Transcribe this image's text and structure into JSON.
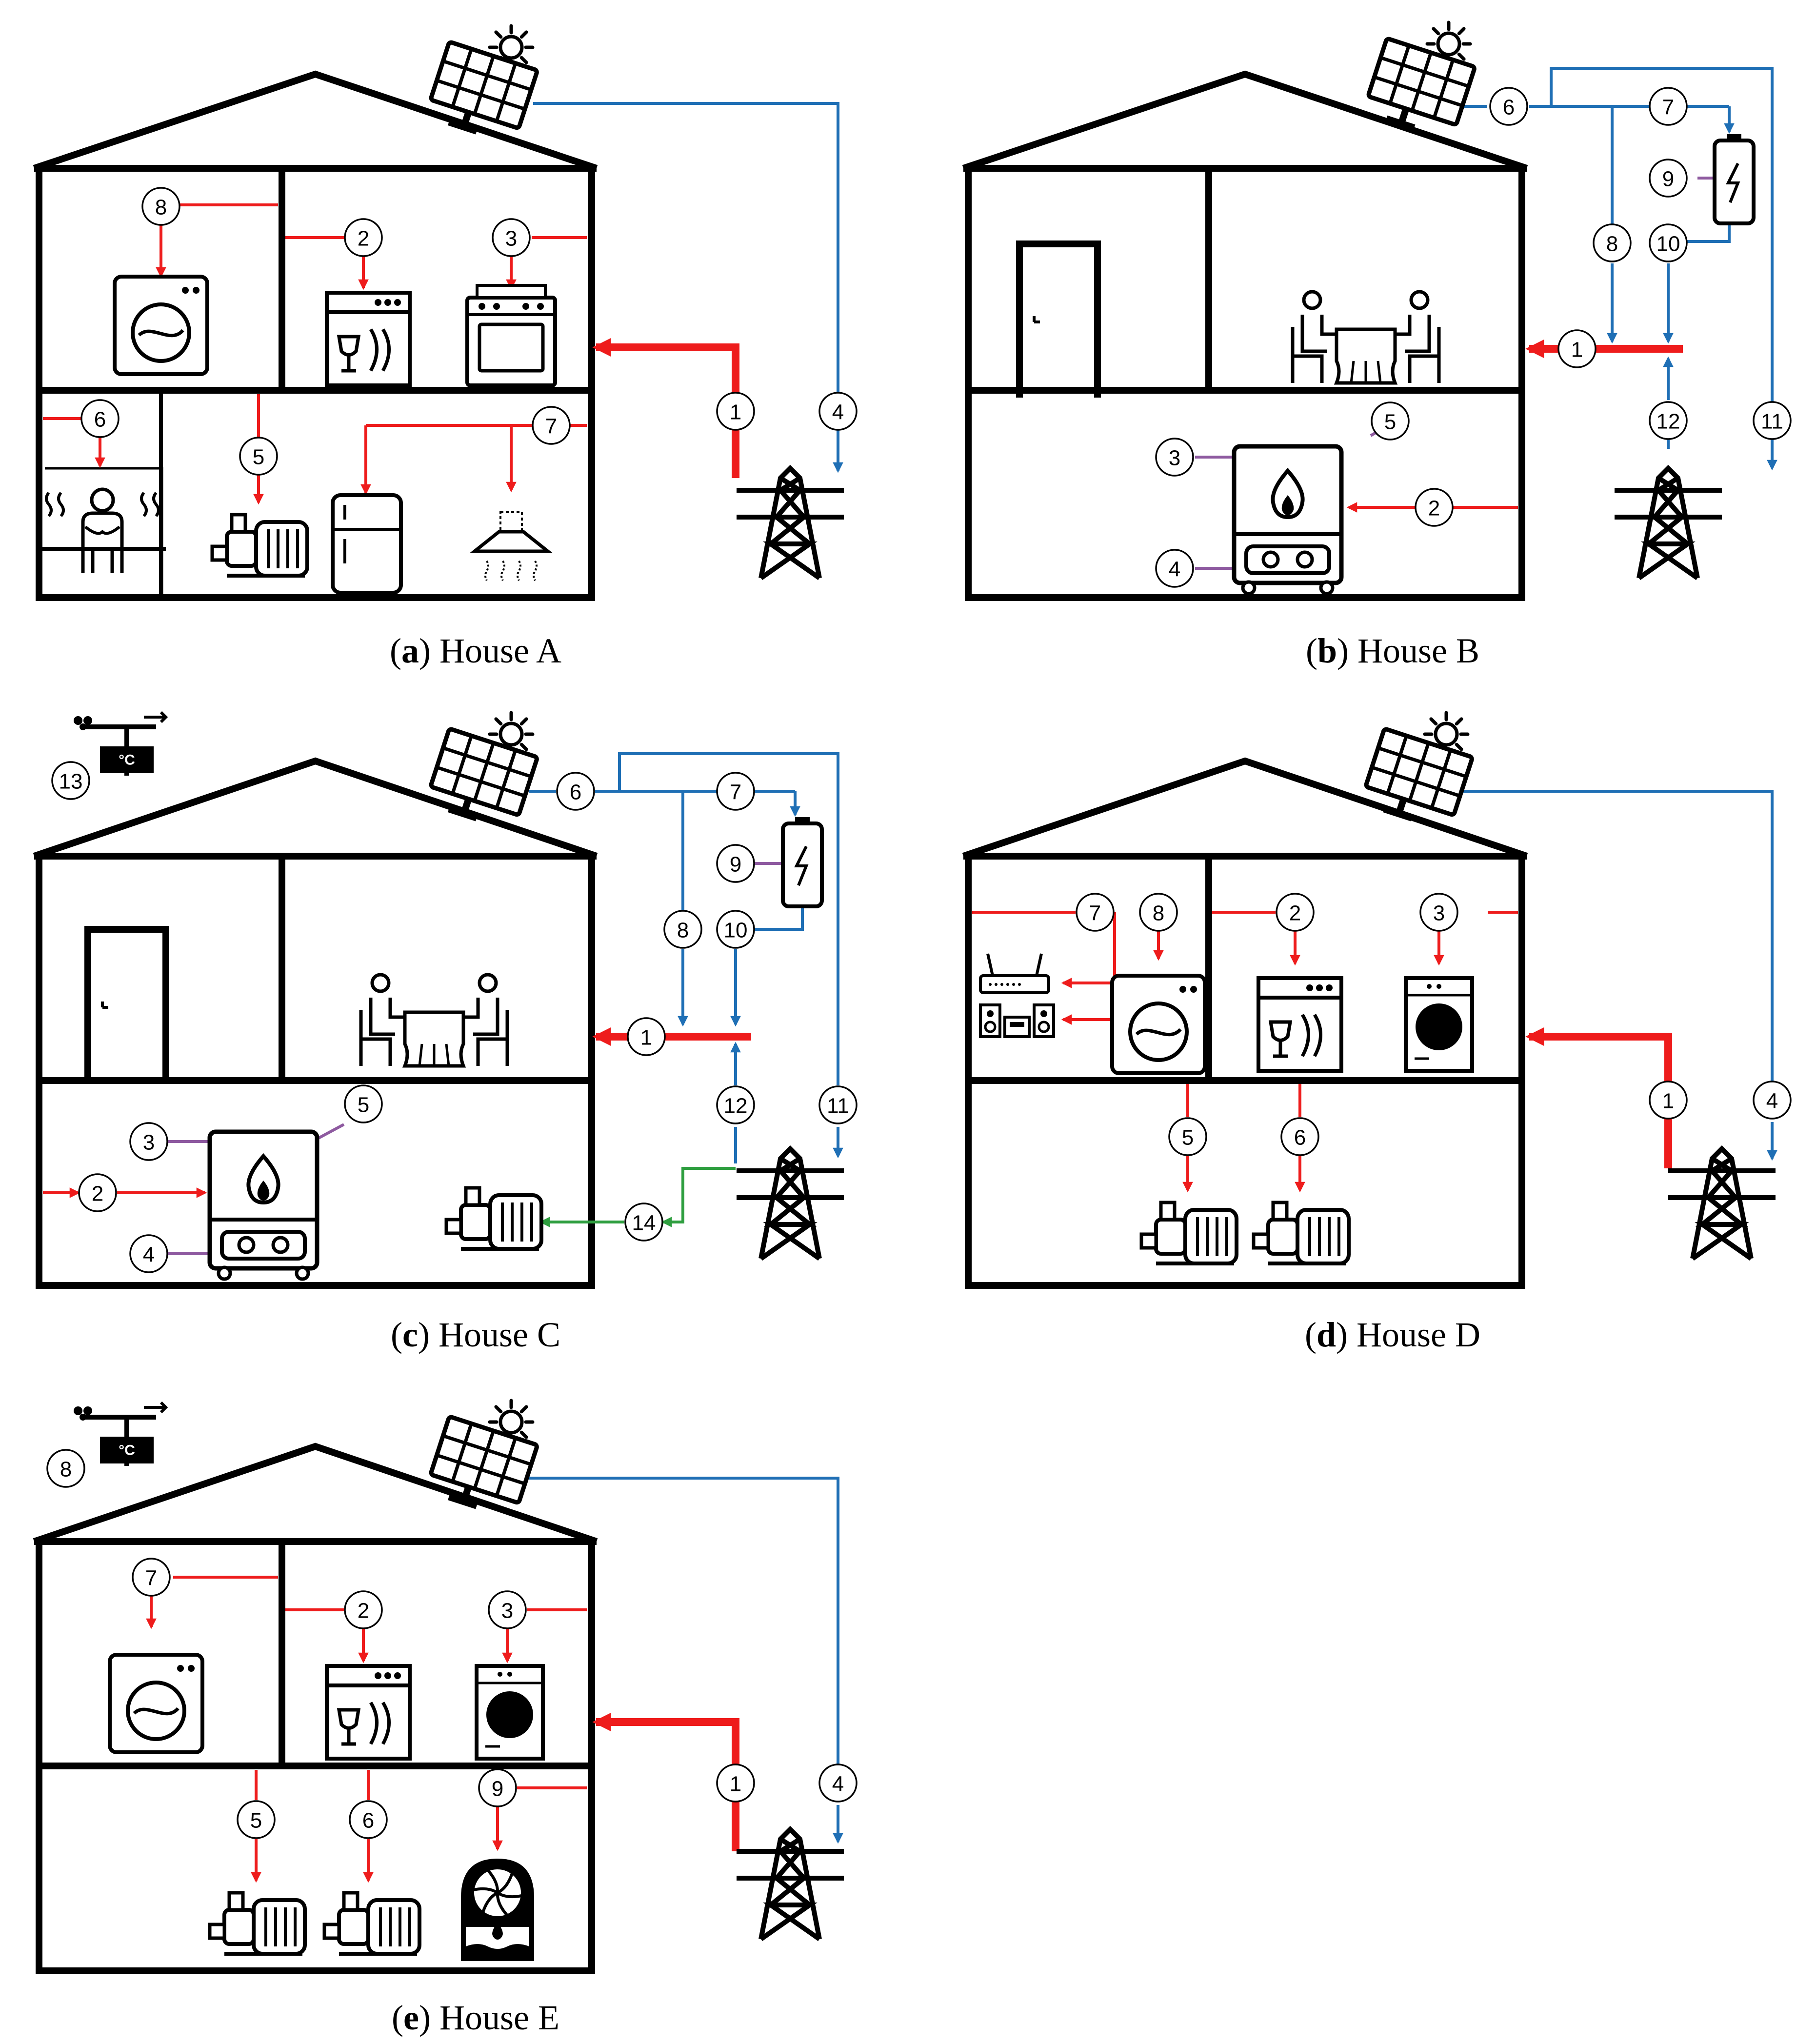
{
  "colors": {
    "electric": "#ee1c1c",
    "solar": "#1f6fb5",
    "gas": "#8e5aa0",
    "green": "#2e9e3f",
    "ink": "#000000"
  },
  "houses": [
    {
      "id": "A",
      "letter": "a",
      "label": "House A",
      "labels": [
        "1",
        "2",
        "3",
        "4",
        "5",
        "6",
        "7",
        "8"
      ]
    },
    {
      "id": "B",
      "letter": "b",
      "label": "House B",
      "labels": [
        "1",
        "2",
        "3",
        "4",
        "5",
        "6",
        "7",
        "8",
        "9",
        "10",
        "11",
        "12"
      ]
    },
    {
      "id": "C",
      "letter": "c",
      "label": "House C",
      "labels": [
        "1",
        "2",
        "3",
        "4",
        "5",
        "6",
        "7",
        "8",
        "9",
        "10",
        "11",
        "12",
        "13",
        "14"
      ],
      "temperature_unit": "°C"
    },
    {
      "id": "D",
      "letter": "d",
      "label": "House D",
      "labels": [
        "1",
        "2",
        "3",
        "4",
        "5",
        "6",
        "7",
        "8"
      ]
    },
    {
      "id": "E",
      "letter": "e",
      "label": "House E",
      "labels": [
        "1",
        "2",
        "3",
        "4",
        "5",
        "6",
        "7",
        "8",
        "9"
      ],
      "temperature_unit": "°C"
    }
  ],
  "icons": {
    "solar": "solar-panel-icon",
    "pylon": "power-pylon-icon",
    "washer": "washing-machine-icon",
    "dishwasher": "dishwasher-icon",
    "oven": "oven-icon",
    "sauna": "sauna-icon",
    "pump": "water-pump-icon",
    "fridge": "fridge-icon",
    "hood": "cooker-hood-icon",
    "battery": "battery-icon",
    "door": "door-icon",
    "dining": "dining-table-icon",
    "boiler": "gas-boiler-icon",
    "weather": "weather-station-icon",
    "router": "router-icon",
    "stereo": "stereo-icon",
    "dryer": "tumble-dryer-icon",
    "dehumidifier": "dehumidifier-icon"
  }
}
